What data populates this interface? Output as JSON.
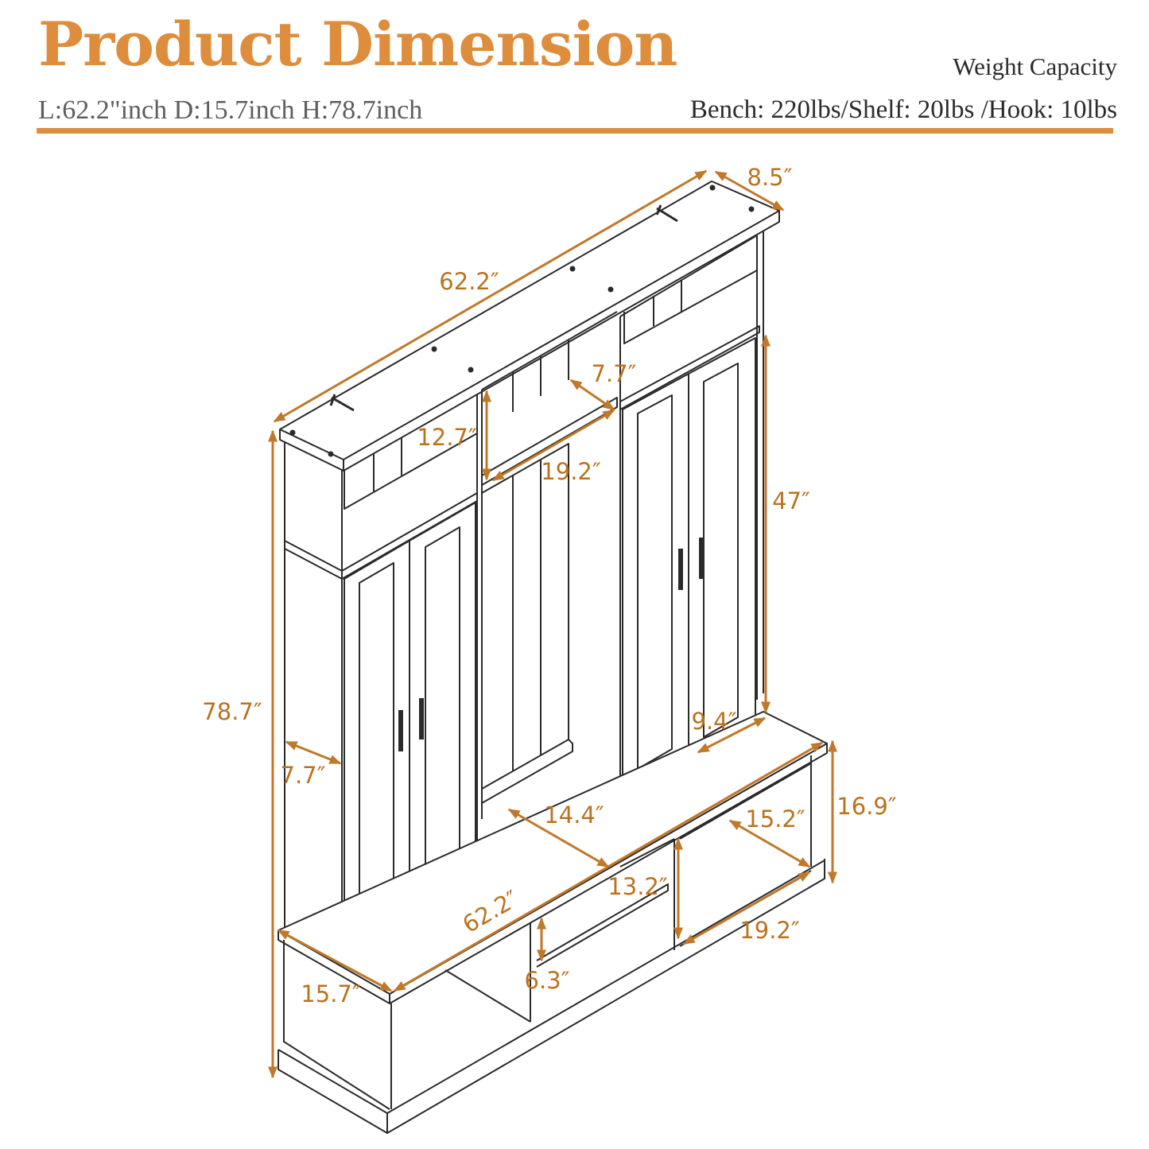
{
  "header": {
    "title": "Product Dimension",
    "subtitle": "L:62.2\"inch D:15.7inch H:78.7inch"
  },
  "weight_capacity": {
    "label": "Weight Capacity",
    "values": "Bench: 220lbs/Shelf: 20lbs /Hook: 10lbs"
  },
  "dimensions": {
    "top_width": "62.2″",
    "top_depth": "8.5″",
    "shelf_depth": "7.7″",
    "shelf_height": "12.7″",
    "center_width": "19.2″",
    "cabinet_height": "47″",
    "total_height": "78.7″",
    "side_depth": "7.7″",
    "cabinet_depth": "9.4″",
    "bench_height": "16.9″",
    "seat_depth_center": "14.4″",
    "seat_depth_right": "15.2″",
    "inner_compartment_height": "13.2″",
    "bench_width": "62.2″",
    "cubby_width": "19.2″",
    "drawer_height": "6.3″",
    "bench_depth": "15.7″"
  },
  "colors": {
    "accent": "#de8d3d",
    "dimension_line": "#c0782a",
    "drawing_line": "#2a2a2a"
  }
}
